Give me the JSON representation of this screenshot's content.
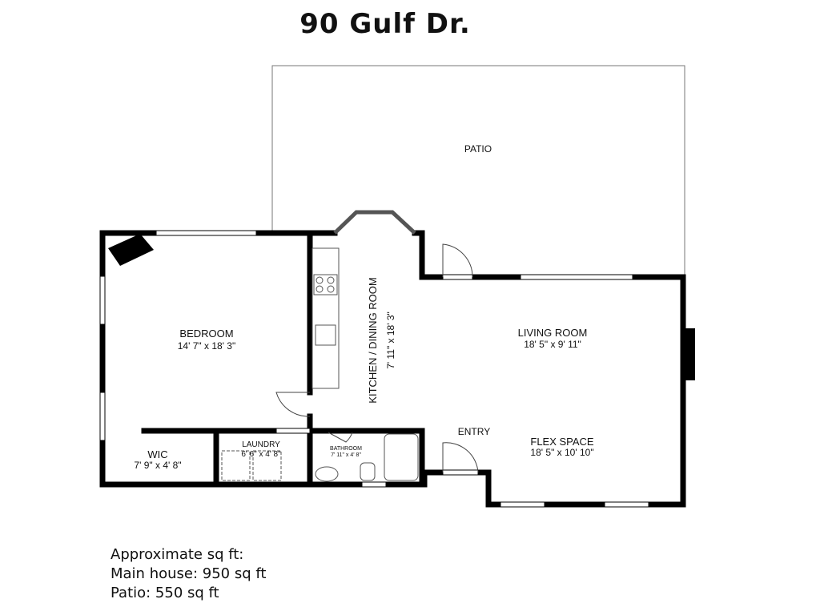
{
  "title": "90 Gulf Dr.",
  "rooms": {
    "patio": {
      "name": "PATIO"
    },
    "bedroom": {
      "name": "BEDROOM",
      "size": "14' 7\" x 18' 3\""
    },
    "kitchen": {
      "name": "KITCHEN / DINING ROOM",
      "size": "7' 11\" x 18' 3\""
    },
    "living": {
      "name": "LIVING ROOM",
      "size": "18' 5\" x 9' 11\""
    },
    "flex": {
      "name": "FLEX SPACE",
      "size": "18' 5\" x 10' 10\""
    },
    "entry": {
      "name": "ENTRY"
    },
    "wic": {
      "name": "WIC",
      "size": "7' 9\" x 4' 8\""
    },
    "laundry": {
      "name": "LAUNDRY",
      "size": "6' 6\" x 4' 8\""
    },
    "bathroom": {
      "name": "BATHROOM",
      "size": "7' 11\" x 4' 8\""
    }
  },
  "notes": {
    "heading": "Approximate sq ft:",
    "main_house": "Main house: 950 sq ft",
    "patio": "Patio: 550 sq ft"
  }
}
